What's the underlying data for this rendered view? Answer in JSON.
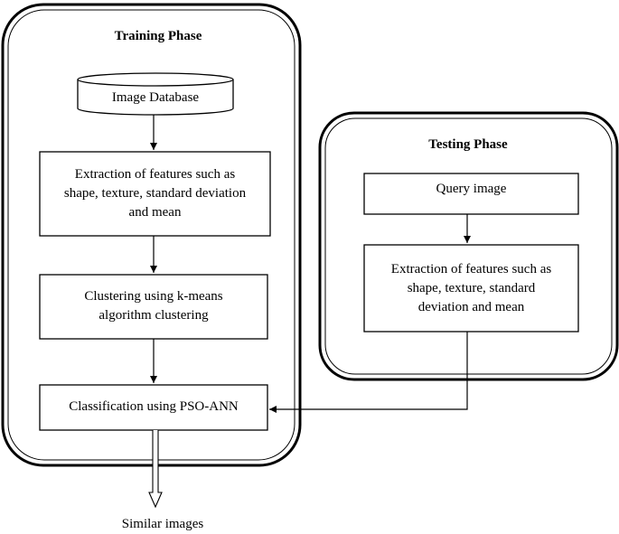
{
  "training_phase": {
    "title": "Training Phase",
    "database": "Image Database",
    "feature_extraction": "Extraction of features such as\nshape, texture, standard deviation\nand mean",
    "clustering": "Clustering using k-means\nalgorithm clustering",
    "classification": "Classification using PSO-ANN"
  },
  "testing_phase": {
    "title": "Testing Phase",
    "query": "Query image",
    "feature_extraction": "Extraction of features such as\nshape, texture, standard\ndeviation and mean"
  },
  "output": {
    "label": "Similar images"
  }
}
